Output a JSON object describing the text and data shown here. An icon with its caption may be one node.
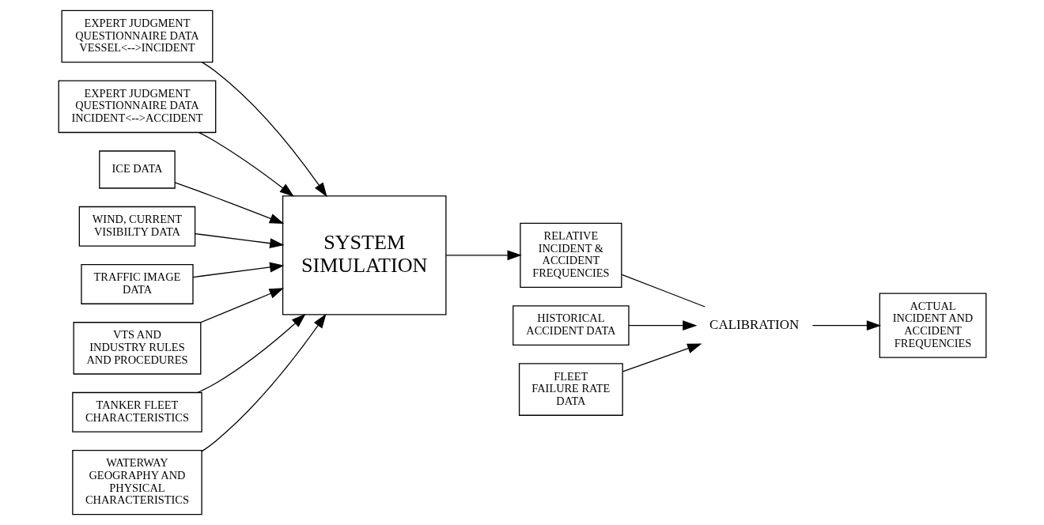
{
  "diagram": {
    "nodes": [
      {
        "text": [
          "EXPERT JUDGMENT QUESTIONNAIRE DATA VESSEL<-->INCIDENT"
        ]
      },
      {
        "text": [
          "EXPERT JUDGMENT QUESTIONNAIRE DATA INCIDENT<-->ACCIDENT"
        ]
      },
      {
        "text": [
          "ICE DATA"
        ]
      },
      {
        "text": [
          "WIND, CURRENT VISIBILTY DATA"
        ]
      },
      {
        "text": [
          "TRAFFIC IMAGE DATA"
        ]
      },
      {
        "text": [
          "VTS AND INDUSTRY RULES AND PROCEDURES"
        ]
      },
      {
        "text": [
          "SYSTEM SIMULATION"
        ]
      },
      {
        "text": [
          "TANKER FLEET CHARACTERISTICS"
        ]
      },
      {
        "text": [
          "WATERWAY GEOGRAPHY AND PHYSICAL CHARACTERISTICS"
        ]
      },
      {
        "text": [
          "HISTORICAL ACCIDENT DATA"
        ]
      },
      {
        "text": [
          "RELATIVE INCIDENT & ACCIDENT FREQUENCIES"
        ]
      },
      {
        "text": [
          "CALIBRATION"
        ]
      },
      {
        "text": [
          "ACTUAL INCIDENT AND ACCIDENT FREQUENCIES"
        ]
      },
      {
        "text": [
          "FLEET FAILURE RATE DATA"
        ]
      }
    ],
    "edges": [
      {
        "from": 0,
        "to": 6,
        "arrow": "to"
      },
      {
        "from": 1,
        "to": 6,
        "arrow": "to"
      },
      {
        "from": 2,
        "to": 6,
        "arrow": "to"
      },
      {
        "from": 3,
        "to": 6,
        "arrow": "to"
      },
      {
        "from": 4,
        "to": 6,
        "arrow": "to"
      },
      {
        "from": 5,
        "to": 6,
        "arrow": "to"
      },
      {
        "from": 7,
        "to": 6,
        "arrow": "to"
      },
      {
        "from": 8,
        "to": 6,
        "arrow": "to"
      },
      {
        "from": 6,
        "to": 10,
        "arrow": "to"
      },
      {
        "from": 10,
        "to": 11,
        "arrow": "none"
      },
      {
        "from": 11,
        "to": 12,
        "arrow": "to"
      },
      {
        "from": 9,
        "to": 11,
        "arrow": "to"
      },
      {
        "from": 13,
        "to": 11,
        "arrow": "to"
      }
    ]
  }
}
